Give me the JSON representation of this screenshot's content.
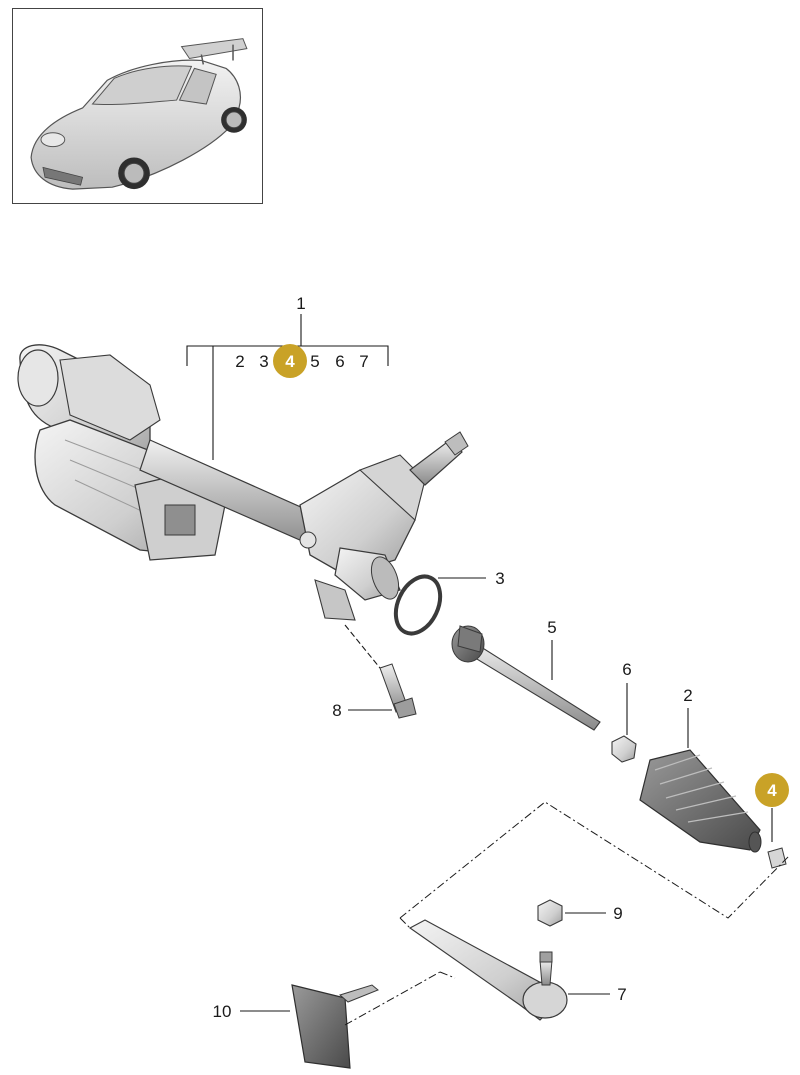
{
  "callouts": {
    "assembly": "1",
    "assembly_contents": [
      "2",
      "3",
      "4",
      "5",
      "6",
      "7"
    ],
    "boot": "2",
    "o_ring": "3",
    "clamp": "4",
    "tie_rod": "5",
    "nut_small": "6",
    "tie_rod_end": "7",
    "bolt": "8",
    "nut": "9",
    "heat_shield": "10"
  },
  "colors": {
    "highlight_badge": "#c9a227",
    "part_fill": "#d9d9d9",
    "outline": "#3a3a3a"
  },
  "icons": {
    "vehicle_thumbnail": "sports-car-icon"
  }
}
